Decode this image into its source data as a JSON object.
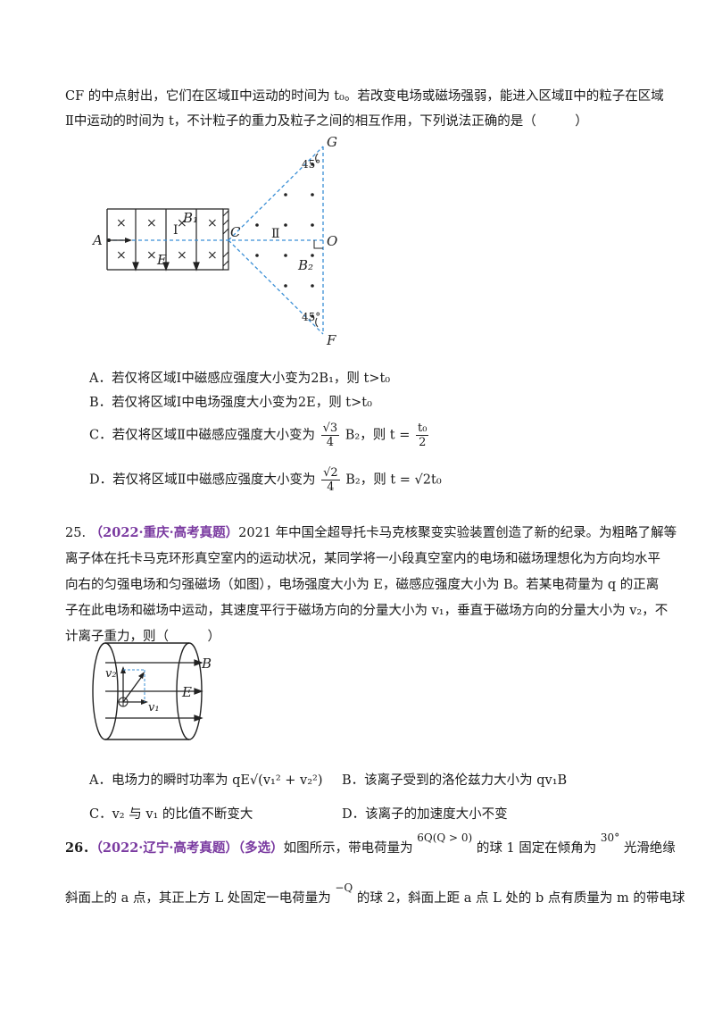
{
  "q24": {
    "line1": "CF 的中点射出，它们在区域Ⅱ中运动的时间为 t₀。若改变电场或磁场强弱，能进入区域Ⅱ中的粒子在区域",
    "line2": "Ⅱ中运动的时间为 t，不计粒子的重力及粒子之间的相互作用，下列说法正确的是（　　　）",
    "figure": {
      "label_A": "A",
      "label_C": "C",
      "label_O": "O",
      "label_G": "G",
      "label_F": "F",
      "label_B1": "B₁",
      "label_E": "E",
      "label_I": "Ⅰ",
      "label_II": "Ⅱ",
      "label_B2": "B₂",
      "angle_top": "45°",
      "angle_bottom": "45°",
      "cross": "×"
    },
    "options": {
      "A": "A．若仅将区域Ⅰ中磁感应强度大小变为2B₁，则 t>t₀",
      "B": "B．若仅将区域Ⅰ中电场强度大小变为2E，则 t>t₀",
      "C_pre": "C．若仅将区域Ⅱ中磁感应强度大小变为",
      "C_num": "√3",
      "C_den": "4",
      "C_mid": "B₂，则 t =",
      "C_tnum": "t₀",
      "C_tden": "2",
      "D_pre": "D．若仅将区域Ⅱ中磁感应强度大小变为",
      "D_num": "√2",
      "D_den": "4",
      "D_post": "B₂，则 t = √2t₀"
    }
  },
  "q25": {
    "number": "25.",
    "tag": "（2022·重庆·高考真题）",
    "line1_rest": "2021 年中国全超导托卡马克核聚变实验装置创造了新的纪录。为粗略了解等",
    "line2": "离子体在托卡马克环形真空室内的运动状况，某同学将一小段真空室内的电场和磁场理想化为方向均水平",
    "line3": "向右的匀强电场和匀强磁场（如图），电场强度大小为 E，磁感应强度大小为 B。若某电荷量为 q 的正离",
    "line4": "子在此电场和磁场中运动，其速度平行于磁场方向的分量大小为 v₁，垂直于磁场方向的分量大小为 v₂，不",
    "line5": "计离子重力，则（　　　）",
    "figure": {
      "label_B": "B",
      "label_E": "E",
      "label_v1": "v₁",
      "label_v2": "v₂"
    },
    "options": {
      "A": "A．电场力的瞬时功率为 qE√(v₁² + v₂²)",
      "B": "B．该离子受到的洛伦兹力大小为 qv₁B",
      "C": "C．v₂ 与 v₁ 的比值不断变大",
      "D": "D．该离子的加速度大小不变"
    }
  },
  "q26": {
    "number": "26．",
    "tag": "（2022·辽宁·高考真题）（多选）",
    "text_a": "如图所示，带电荷量为",
    "charge1": "6Q(Q > 0)",
    "text_b": "的球 1 固定在倾角为",
    "angle": "30°",
    "text_c": "光滑绝缘",
    "line2_a": "斜面上的 a 点，其正上方 L 处固定一电荷量为",
    "charge2": "−Q",
    "line2_b": "的球 2，斜面上距 a 点 L 处的 b 点有质量为 m 的带电球"
  }
}
